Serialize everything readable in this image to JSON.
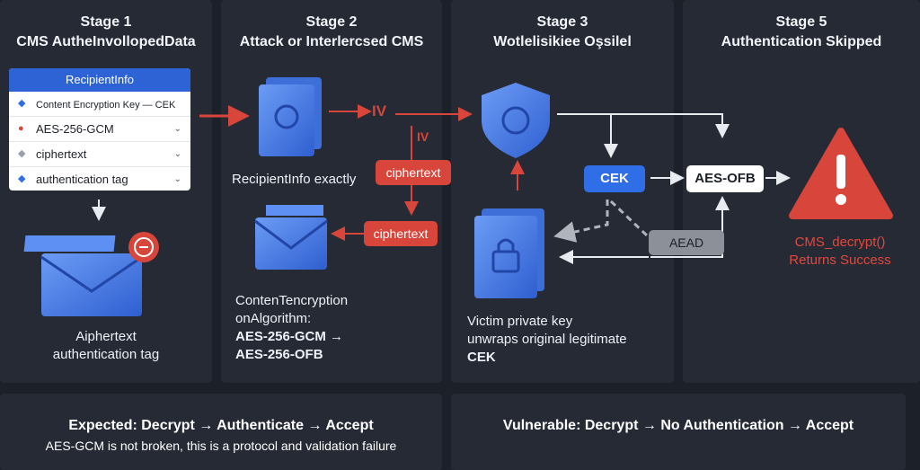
{
  "stages": [
    {
      "title": "Stage 1",
      "subtitle": "CMS AutheInvollopedData"
    },
    {
      "title": "Stage 2",
      "subtitle": "Attack or Interlercsed CMS"
    },
    {
      "title": "Stage 3",
      "subtitle": "Wotlelisikiee Oşsilel"
    },
    {
      "title": "Stage 5",
      "subtitle": "Authentication Skipped"
    }
  ],
  "recipient_card": {
    "header": "RecipientInfo",
    "rows": [
      {
        "label": "Content Encryption Key — CEK",
        "icon": "diamond-icon"
      },
      {
        "label": "AES-256-GCM",
        "icon": "drop-icon"
      },
      {
        "label": "ciphertext",
        "icon": "diamond-icon"
      },
      {
        "label": "authentication tag",
        "icon": "diamond-icon"
      }
    ]
  },
  "stage1": {
    "caption_line1": "Aiphertext",
    "caption_line2": "authentication tag"
  },
  "stage2": {
    "iv_label_1": "IV",
    "iv_label_2": "IV",
    "recipient_caption": "RecipientInfo exactly",
    "ciphertext_pill_1": "ciphertext",
    "ciphertext_pill_2": "ciphertext",
    "algo_line1": "ContenTencryption",
    "algo_line2": "onAlgorithm:",
    "algo_line3": "AES-256-GCM →",
    "algo_line4": "AES-256-OFB"
  },
  "stage3": {
    "cek": "CEK",
    "aes_ofb": "AES-OFB",
    "aead": "AEAD",
    "caption_line1": "Victim private key",
    "caption_line2": "unwraps original legitimate",
    "caption_line3": "CEK"
  },
  "stage5": {
    "result_line1": "CMS_decrypt()",
    "result_line2": "Returns Success"
  },
  "bottom": {
    "expected": "Expected: Decrypt → Authenticate → Accept",
    "note": "AES-GCM is not broken, this is a protocol and validation failure",
    "vulnerable": "Vulnerable: Decrypt → No Authentication → Accept"
  },
  "colors": {
    "accent_red": "#d8453b",
    "accent_blue": "#2f6ee6",
    "background": "#1c2029",
    "panel": "#252a35"
  }
}
